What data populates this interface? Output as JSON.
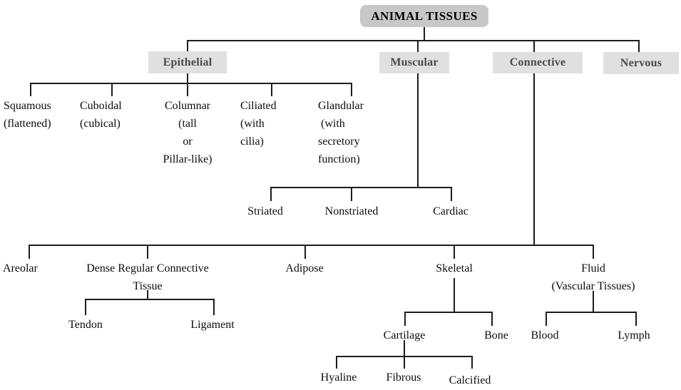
{
  "colors": {
    "line": "#1c1c1c",
    "root_fill": "#c8c8c8",
    "branch_fill": "#e0e0e0",
    "branch_text": "#4a4a4a"
  },
  "tree": {
    "label": "ANIMAL TISSUES",
    "children": [
      {
        "label": "Epithelial",
        "children": [
          {
            "label": "Squamous\n(flattened)"
          },
          {
            "label": "Cuboidal\n(cubical)"
          },
          {
            "label": "Columnar\n(tall\nor\nPillar-like)"
          },
          {
            "label": "Ciliated\n(with\ncilia)"
          },
          {
            "label": "Glandular\n (with\nsecretory\nfunction)"
          }
        ]
      },
      {
        "label": "Muscular",
        "children": [
          {
            "label": "Striated"
          },
          {
            "label": "Nonstriated"
          },
          {
            "label": "Cardiac"
          }
        ]
      },
      {
        "label": "Connective",
        "children": [
          {
            "label": "Areolar"
          },
          {
            "label": "Dense Regular Connective\nTissue",
            "children": [
              {
                "label": "Tendon"
              },
              {
                "label": "Ligament"
              }
            ]
          },
          {
            "label": "Adipose"
          },
          {
            "label": "Skeletal",
            "children": [
              {
                "label": "Cartilage",
                "children": [
                  {
                    "label": "Hyaline"
                  },
                  {
                    "label": "Fibrous"
                  },
                  {
                    "label": "Calcified"
                  }
                ]
              },
              {
                "label": "Bone"
              }
            ]
          },
          {
            "label": "Fluid\n(Vascular Tissues)",
            "children": [
              {
                "label": "Blood"
              },
              {
                "label": "Lymph"
              }
            ]
          }
        ]
      },
      {
        "label": "Nervous"
      }
    ]
  }
}
